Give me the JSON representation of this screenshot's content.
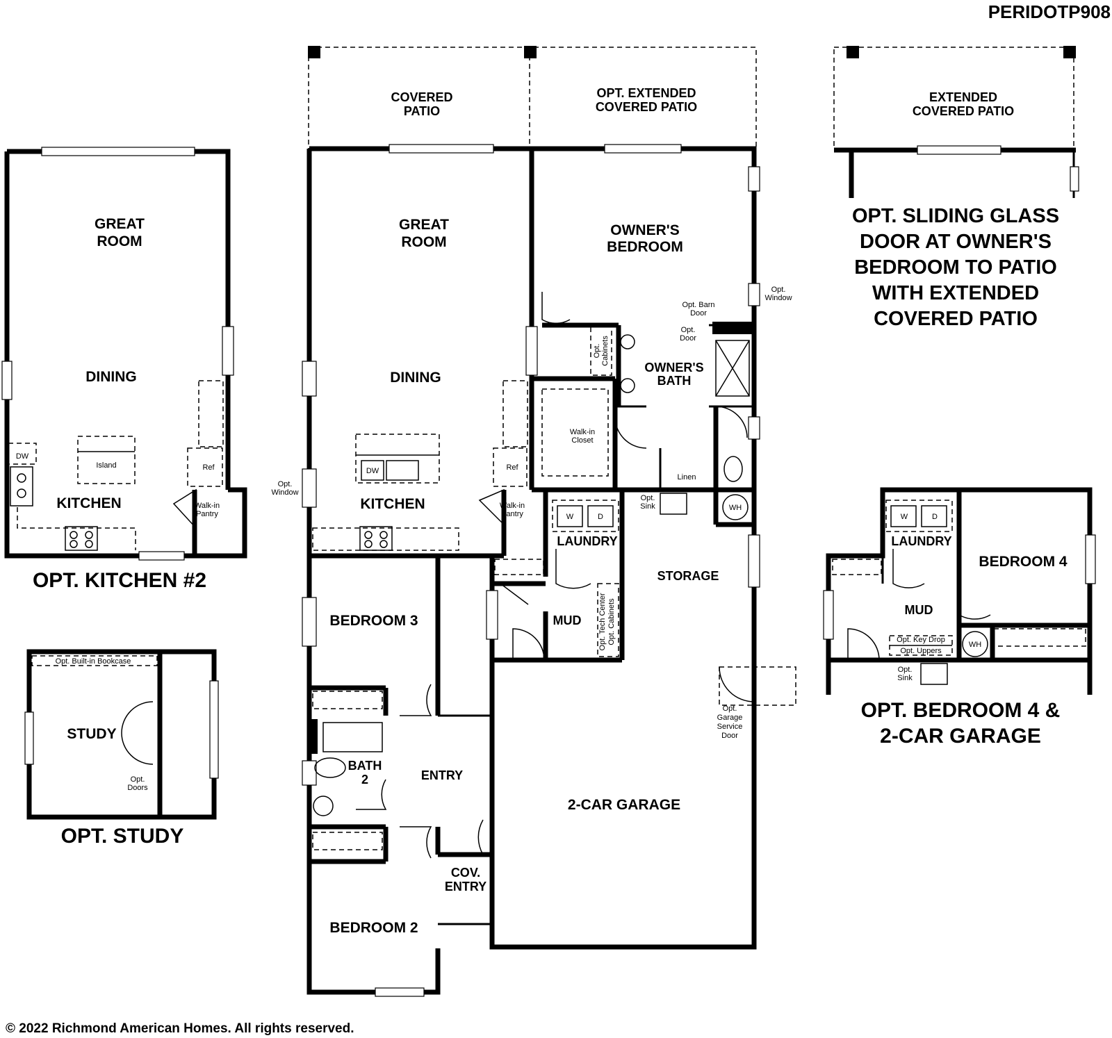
{
  "plan_code": "PERIDOTP908",
  "copyright": "© 2022 Richmond American Homes. All rights reserved.",
  "main_plan": {
    "covered_patio": [
      "COVERED",
      "PATIO"
    ],
    "opt_extended_covered_patio": [
      "OPT. EXTENDED",
      "COVERED PATIO"
    ],
    "great_room": [
      "GREAT",
      "ROOM"
    ],
    "dining": "DINING",
    "kitchen": "KITCHEN",
    "dw": "DW",
    "ref": "Ref",
    "walk_in_pantry": [
      "Walk-in",
      "Pantry"
    ],
    "opt_window_left": [
      "Opt.",
      "Window"
    ],
    "owners_bedroom": [
      "OWNER'S",
      "BEDROOM"
    ],
    "opt_window_right": [
      "Opt.",
      "Window"
    ],
    "opt_barn_door": [
      "Opt. Barn",
      "Door"
    ],
    "opt_door": [
      "Opt.",
      "Door"
    ],
    "opt_cabinets": [
      "Opt.",
      "Cabinets"
    ],
    "owners_bath": [
      "OWNER'S",
      "BATH"
    ],
    "walk_in_closet": [
      "Walk-in",
      "Closet"
    ],
    "linen": "Linen",
    "opt_sink": [
      "Opt.",
      "Sink"
    ],
    "wh": "WH",
    "w": "W",
    "d": "D",
    "laundry": "LAUNDRY",
    "storage": "STORAGE",
    "mud": "MUD",
    "opt_tech_center_cabinets": [
      "Opt. Tech Center",
      "Opt. Cabinets"
    ],
    "bedroom_3": "BEDROOM 3",
    "bath_2": [
      "BATH",
      "2"
    ],
    "entry": "ENTRY",
    "opt_garage_service_door": [
      "Opt.",
      "Garage",
      "Service",
      "Door"
    ],
    "two_car_garage": "2-CAR GARAGE",
    "cov_entry": [
      "COV.",
      "ENTRY"
    ],
    "bedroom_2": "BEDROOM 2"
  },
  "opt_kitchen_2": {
    "title": "OPT. KITCHEN #2",
    "great_room": [
      "GREAT",
      "ROOM"
    ],
    "dining": "DINING",
    "dw": "DW",
    "island": "Island",
    "ref": "Ref",
    "kitchen": "KITCHEN",
    "walk_in_pantry": [
      "Walk-in",
      "Pantry"
    ]
  },
  "opt_study": {
    "title": "OPT. STUDY",
    "bookcase": "Opt. Built-in Bookcase",
    "study": "STUDY",
    "opt_doors": [
      "Opt.",
      "Doors"
    ]
  },
  "opt_sliding_door": {
    "extended_covered_patio": [
      "EXTENDED",
      "COVERED PATIO"
    ],
    "title": [
      "OPT. SLIDING GLASS",
      "DOOR AT OWNER'S",
      "BEDROOM TO PATIO",
      "WITH EXTENDED",
      "COVERED PATIO"
    ]
  },
  "opt_bedroom_4": {
    "w": "W",
    "d": "D",
    "laundry": "LAUNDRY",
    "bedroom_4": "BEDROOM 4",
    "mud": "MUD",
    "opt_key_drop": "Opt. Key Drop",
    "opt_uppers": "Opt. Uppers",
    "wh": "WH",
    "opt_sink": [
      "Opt.",
      "Sink"
    ],
    "title": [
      "OPT. BEDROOM 4 &",
      "2-CAR GARAGE"
    ]
  }
}
